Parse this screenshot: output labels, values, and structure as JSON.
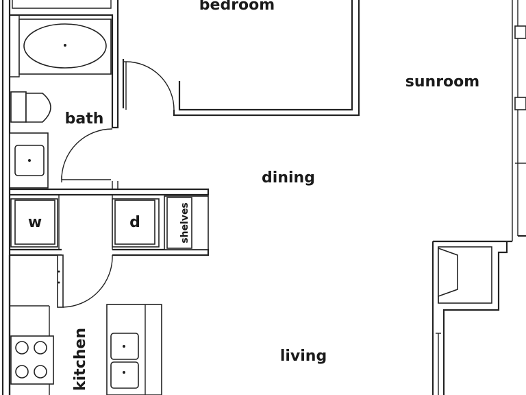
{
  "rooms": {
    "bedroom": "bedroom",
    "sunroom": "sunroom",
    "bath": "bath",
    "dining": "dining",
    "living": "living",
    "kitchen": "kitchen"
  },
  "appliances": {
    "washer": "w",
    "dryer": "d",
    "shelves": "shelves"
  },
  "colors": {
    "wall": "#222222",
    "background": "#ffffff",
    "text": "#1a1a1a"
  }
}
